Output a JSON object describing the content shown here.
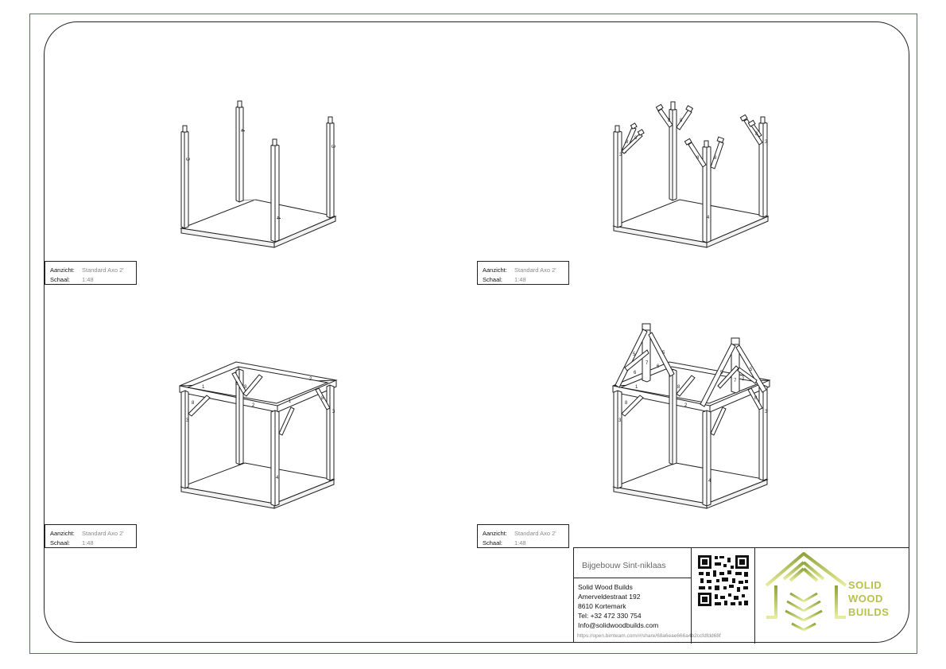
{
  "views": [
    {
      "view_label": "Aanzicht:",
      "view_value": "Standard Axo 2'",
      "scale_label": "Schaal:",
      "scale_value": "1:48"
    },
    {
      "view_label": "Aanzicht:",
      "view_value": "Standard Axo 2'",
      "scale_label": "Schaal:",
      "scale_value": "1:48"
    },
    {
      "view_label": "Aanzicht:",
      "view_value": "Standard Axo 2'",
      "scale_label": "Schaal:",
      "scale_value": "1:48"
    },
    {
      "view_label": "Aanzicht:",
      "view_value": "Standard Axo 2'",
      "scale_label": "Schaal:",
      "scale_value": "1:48"
    }
  ],
  "part_numbers": {
    "post": "4",
    "post_side": "3",
    "beam": "2",
    "beam_long": "1",
    "brace": "8",
    "brace_upper": "6",
    "rafter": "5",
    "ridge": "7"
  },
  "title_block": {
    "project": "Bijgebouw Sint-niklaas",
    "company": {
      "name": "Solid Wood Builds",
      "street": "Amerveldestraat 192",
      "city": "8610 Kortemark",
      "phone": "Tel: +32 472 330 754",
      "email": "Info@solidwoodbuilds.com"
    },
    "url": "https://open.bimteam.com/#/share/68a6eae666a4b2ccfdfdd68f",
    "brand": {
      "line1": "SOLID",
      "line2": "WOOD",
      "line3": "BUILDS"
    }
  },
  "colors": {
    "frame_border": "#5a5fc0",
    "brand": "#b9c14a",
    "line": "#222222"
  },
  "icons": {
    "qr": "qr-code-icon",
    "logo": "house-tree-logo-icon"
  }
}
